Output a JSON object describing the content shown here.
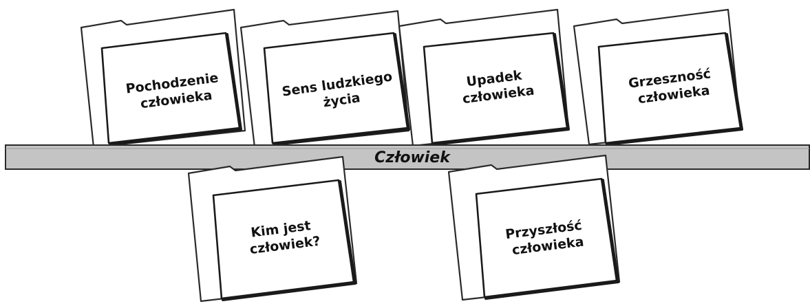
{
  "central_bar": {
    "label": "Człowiek"
  },
  "folders_top": [
    {
      "lines": [
        "Pochodzenie",
        "człowieka"
      ]
    },
    {
      "lines": [
        "Sens ludzkiego",
        "życia"
      ]
    },
    {
      "lines": [
        "Upadek",
        "człowieka"
      ]
    },
    {
      "lines": [
        "Grzeszność",
        "człowieka"
      ]
    }
  ],
  "folders_bottom": [
    {
      "lines": [
        "Kim jest",
        "człowiek?"
      ]
    },
    {
      "lines": [
        "Przyszłość",
        "człowieka"
      ]
    }
  ]
}
